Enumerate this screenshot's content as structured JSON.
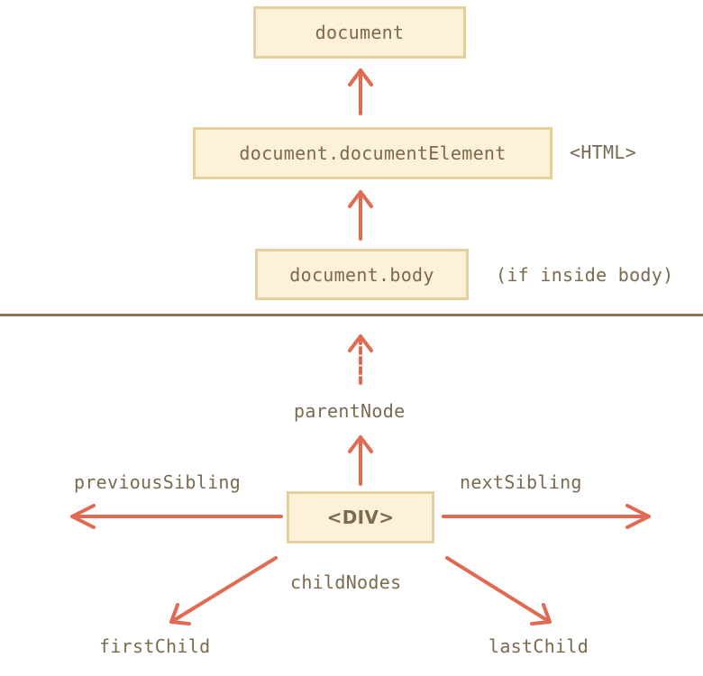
{
  "top": {
    "document": "document",
    "document_element": "document.documentElement",
    "document_element_note": "<HTML>",
    "body": "document.body",
    "body_note": "(if inside body)"
  },
  "bottom": {
    "parent_node": "parentNode",
    "previous_sibling": "previousSibling",
    "next_sibling": "nextSibling",
    "current_element": "<DIV>",
    "child_nodes": "childNodes",
    "first_child": "firstChild",
    "last_child": "lastChild"
  },
  "colors": {
    "arrow": "#e06b52",
    "box_fill": "#fdf1d8",
    "box_border": "#e5cf9f",
    "text": "#7a6a4f",
    "divider": "#8b7656"
  }
}
